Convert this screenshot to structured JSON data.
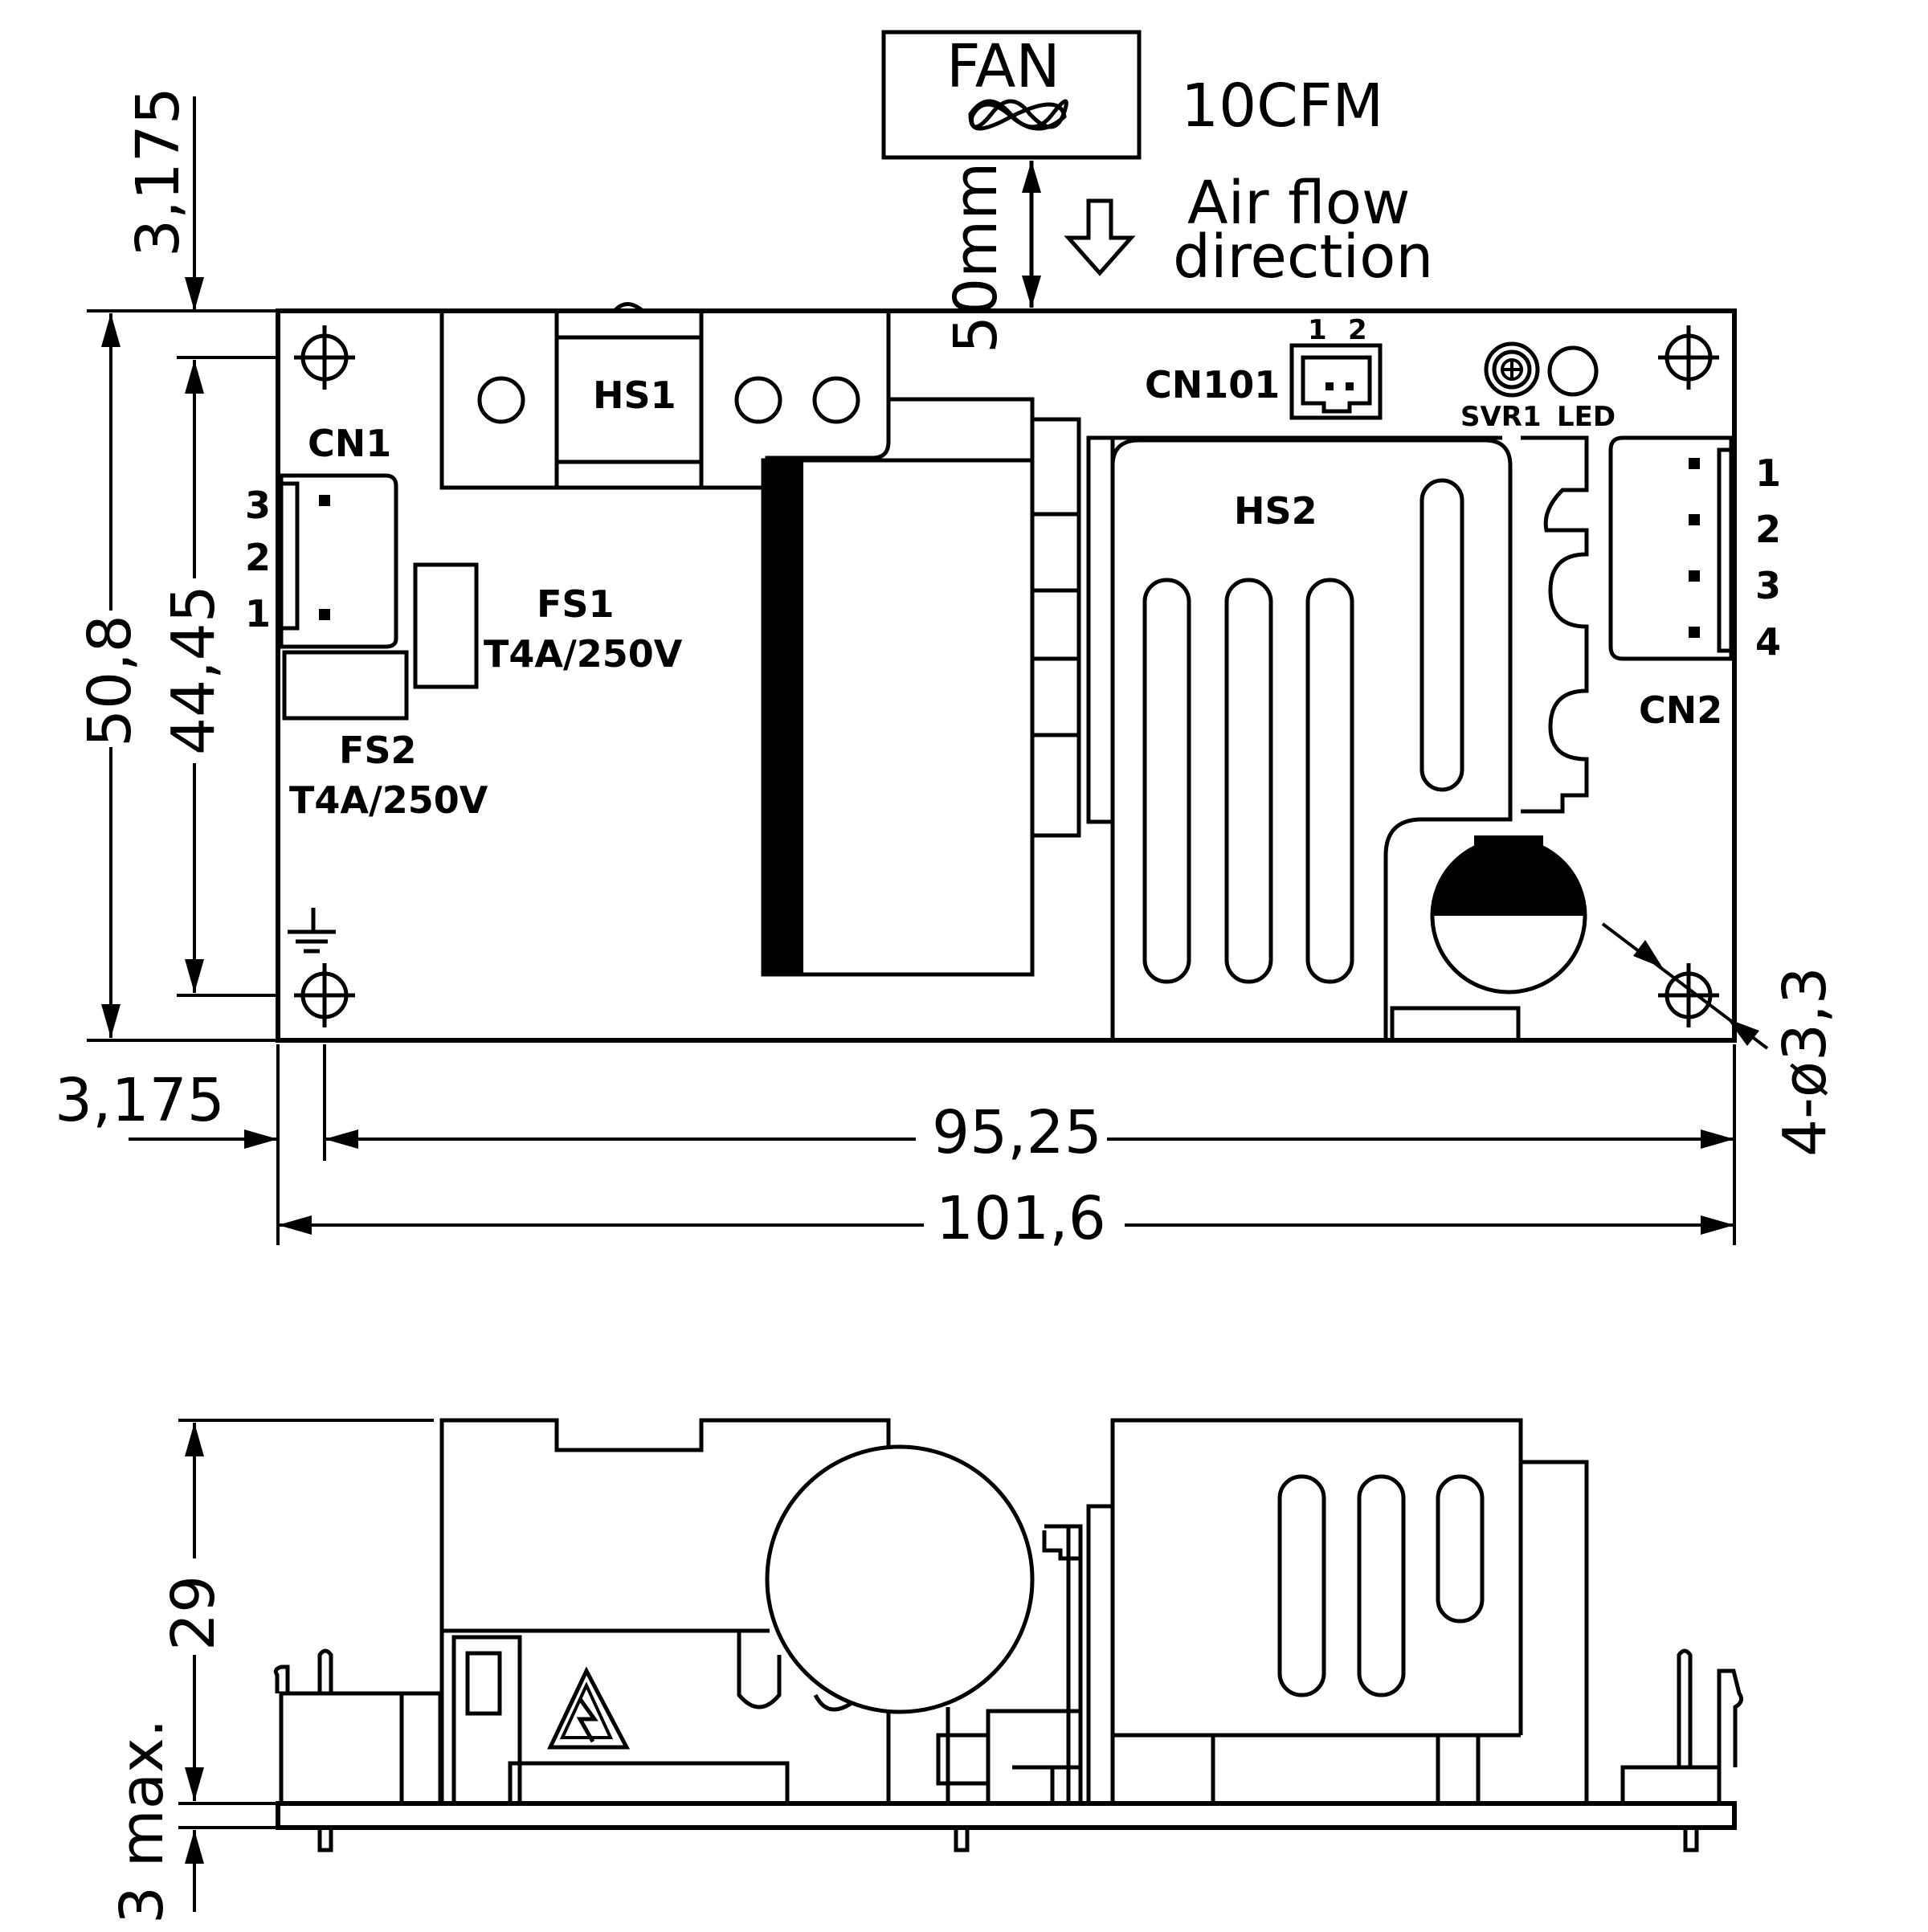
{
  "fan": {
    "label": "FAN",
    "cfm": "10CFM",
    "distance": "50mm",
    "airflow_line1": "Air flow",
    "airflow_line2": "direction"
  },
  "dimensions": {
    "margin_top": "3,175",
    "height_total": "50,8",
    "hole_pitch_v": "44,45",
    "margin_left": "3,175",
    "hole_pitch_h": "95,25",
    "width_total": "101,6",
    "hole_spec": "4-ø3,3",
    "height_side": "29",
    "pin_length": "3 max."
  },
  "components": {
    "cn1": "CN1",
    "cn1_pins": [
      "3",
      "2",
      "1"
    ],
    "hs1": "HS1",
    "fs1": "FS1",
    "fs1_rating": "T4A/250V",
    "fs2": "FS2",
    "fs2_rating": "T4A/250V",
    "cn101": "CN101",
    "cn101_pins": [
      "1",
      "2"
    ],
    "svr1": "SVR1",
    "led": "LED",
    "hs2": "HS2",
    "cn2": "CN2",
    "cn2_pins": [
      "1",
      "2",
      "3",
      "4"
    ]
  }
}
